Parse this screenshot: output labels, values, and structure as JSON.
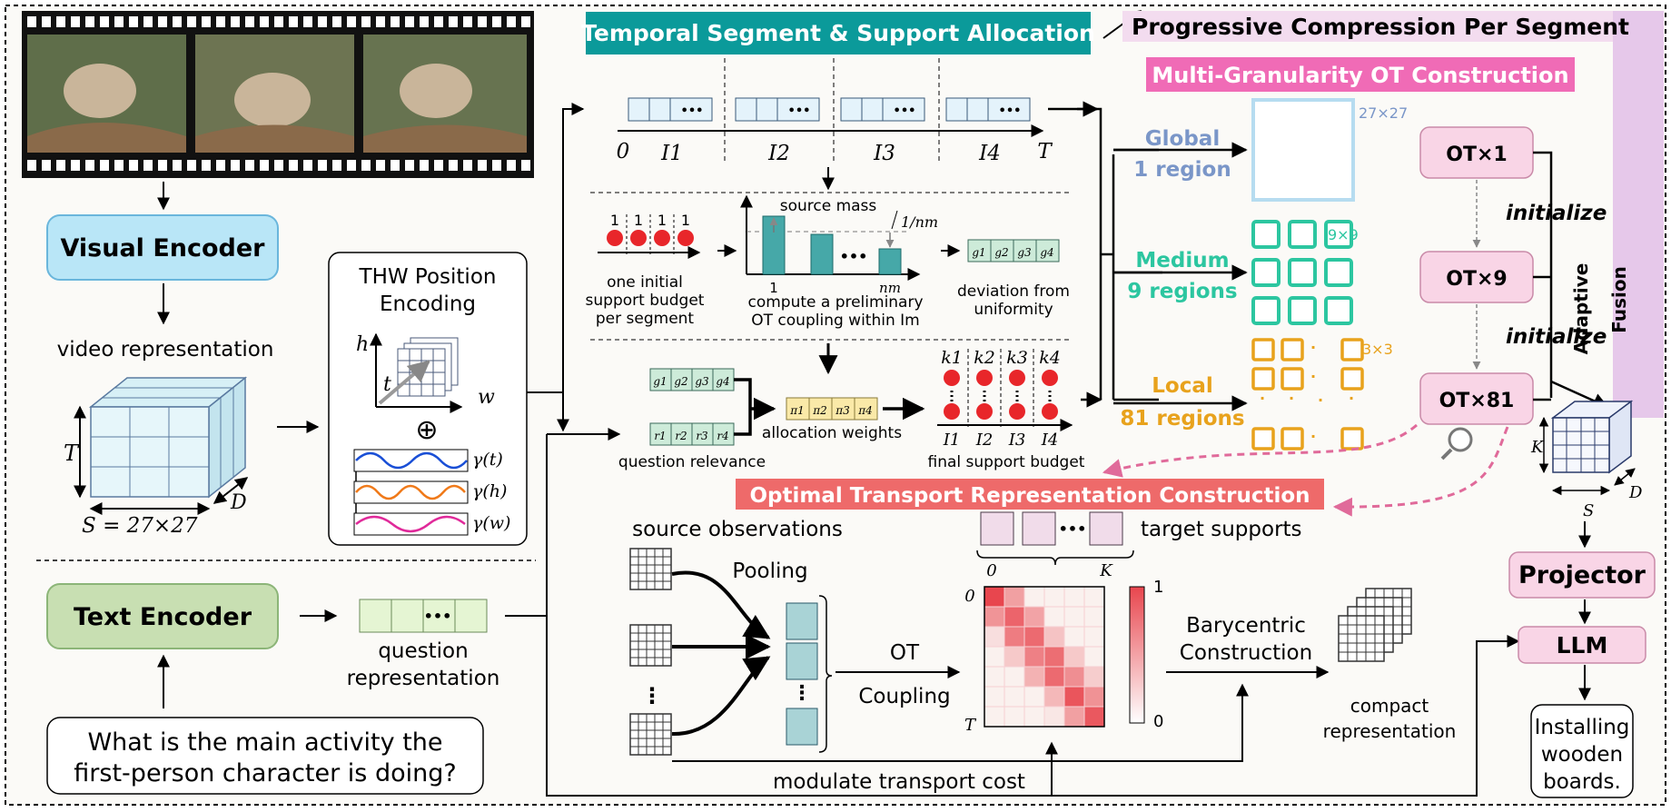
{
  "titles": {
    "temporal": "Temporal Segment & Support Allocation",
    "progressive": "Progressive Compression Per Segment",
    "multigran": "Multi-Granularity OT Construction",
    "otrep": "Optimal Transport Representation Construction"
  },
  "encoders": {
    "visual": "Visual Encoder",
    "text": "Text Encoder",
    "video_rep": "video representation",
    "question_rep_1": "question",
    "question_rep_2": "representation",
    "T": "T",
    "D": "D",
    "S_formula": "S = 27×27"
  },
  "thw": {
    "title_1": "THW Position",
    "title_2": "Encoding",
    "h": "h",
    "t": "t",
    "w": "w",
    "gamma_t": "γ(t)",
    "gamma_h": "γ(h)",
    "gamma_w": "γ(w)"
  },
  "question": {
    "line1": "What is the main activity the",
    "line2": "first-person character is doing?"
  },
  "timeline": {
    "zero": "0",
    "T": "T",
    "segments": [
      "I1",
      "I2",
      "I3",
      "I4"
    ],
    "dots": "•••"
  },
  "support": {
    "ones": [
      "1",
      "1",
      "1",
      "1"
    ],
    "initial_1": "one initial",
    "initial_2": "support budget",
    "initial_3": "per segment",
    "source_mass": "source mass",
    "inv_nm": "1/nm",
    "one": "1",
    "nm": "nm",
    "compute_1": "compute a preliminary",
    "compute_2": "OT coupling within Im",
    "g_labels": [
      "g1",
      "g2",
      "g3",
      "g4"
    ],
    "r_labels": [
      "r1",
      "r2",
      "r3",
      "r4"
    ],
    "pi_labels": [
      "π1",
      "π2",
      "π3",
      "π4"
    ],
    "deviation_1": "deviation from",
    "deviation_2": "uniformity",
    "question_relevance": "question relevance",
    "allocation_weights": "allocation weights",
    "k_labels": [
      "k1",
      "k2",
      "k3",
      "k4"
    ],
    "final_budget": "final support budget"
  },
  "granularity": {
    "global_1": "Global",
    "global_2": "1 region",
    "medium_1": "Medium",
    "medium_2": "9 regions",
    "local_1": "Local",
    "local_2": "81 regions",
    "size_global": "27×27",
    "size_medium": "9×9",
    "size_local": "3×3",
    "ot1": "OT×1",
    "ot9": "OT×9",
    "ot81": "OT×81",
    "initialize": "initialize",
    "adaptive": "Adaptive",
    "fusion": "Fusion",
    "K": "K",
    "S": "S",
    "D": "D"
  },
  "otrep": {
    "source_obs": "source observations",
    "pooling": "Pooling",
    "ot": "OT",
    "coupling": "Coupling",
    "target_supports": "target supports",
    "zero_top": "0",
    "K": "K",
    "zero_left": "0",
    "T": "T",
    "scale_max": "1",
    "scale_min": "0",
    "barycentric_1": "Barycentric",
    "barycentric_2": "Construction",
    "compact_1": "compact",
    "compact_2": "representation",
    "modulate": "modulate transport cost"
  },
  "output": {
    "projector": "Projector",
    "llm": "LLM",
    "answer_1": "Installing",
    "answer_2": "wooden",
    "answer_3": "boards."
  },
  "colors": {
    "teal": "#0b9a9a",
    "pink_title": "#f06bb6",
    "red_title": "#ee6a6a",
    "visual_box": "#b9e6f7",
    "text_box": "#c8dfb2",
    "pink_box": "#f9d5e6",
    "global_color": "#7a96c8",
    "medium_color": "#2cc6a0",
    "local_color": "#e8a21c",
    "fusion_band": "#e6c8ea"
  }
}
